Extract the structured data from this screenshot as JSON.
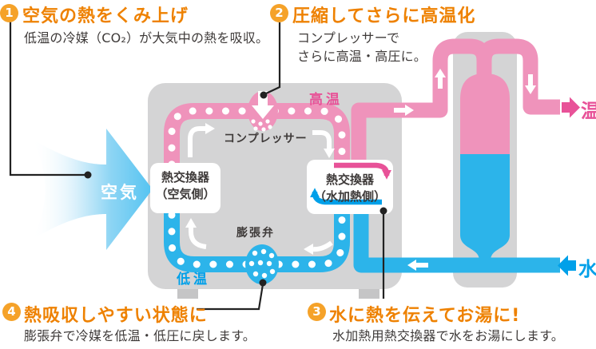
{
  "palette": {
    "orange_badge": "#f5a229",
    "orange_title": "#ee8100",
    "text_dark": "#3e3a39",
    "gray_unit": "#d4d4d5",
    "gray_feet": "#c5c5c6",
    "pink_pipe": "#ef93bb",
    "pink_strong": "#e85298",
    "blue_pipe": "#2cb4ea",
    "blue_strong": "#00a0e9",
    "air_blue": "#54c3f1",
    "line_black": "#222222"
  },
  "steps": [
    {
      "num": "1",
      "title": "空気の熱をくみ上げ",
      "desc": "低温の冷媒（CO₂）が大気中の熱を吸収。"
    },
    {
      "num": "2",
      "title": "圧縮してさらに高温化",
      "desc_line1": "コンプレッサーで",
      "desc_line2": "さらに高温・高圧に。"
    },
    {
      "num": "3",
      "title": "水に熱を伝えてお湯に!",
      "desc": "水加熱用熱交換器で水をお湯にします。"
    },
    {
      "num": "4",
      "title": "熱吸収しやすい状態に",
      "desc": "膨張弁で冷媒を低温・低圧に戻します。"
    }
  ],
  "diagram": {
    "air_label": "空気",
    "compressor_label": "コンプレッサー",
    "expansion_valve_label": "膨張弁",
    "high_temp_label": "高温",
    "low_temp_label": "低温",
    "heat_exchanger_air": {
      "line1": "熱交換器",
      "line2": "（空気側）"
    },
    "heat_exchanger_water": {
      "line1": "熱交換器",
      "line2": "（水加熱側）"
    },
    "hot_water_out_label": "温",
    "cold_water_in_label": "水"
  }
}
